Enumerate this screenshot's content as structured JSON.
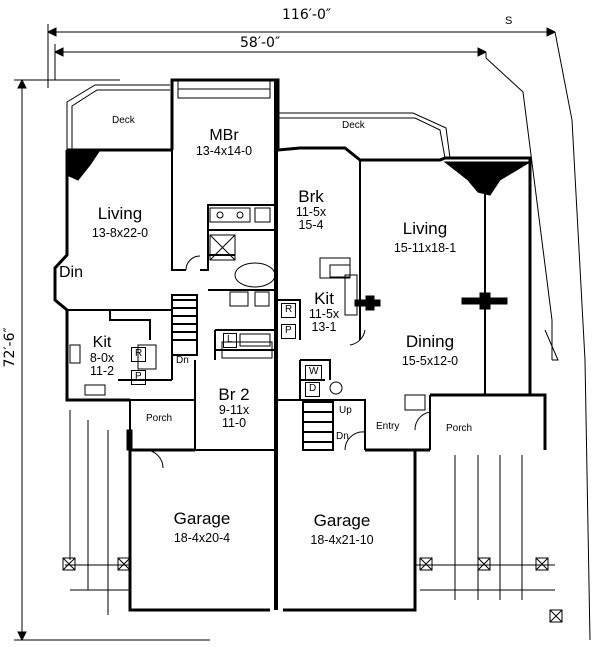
{
  "dimensions": {
    "overall_width": "116′-0″",
    "unit_width": "58′-0″",
    "depth": "72′-6″",
    "corner_mark": "S"
  },
  "rooms": {
    "deck_left": "Deck",
    "deck_right": "Deck",
    "mbr": {
      "name": "MBr",
      "size": "13-4x14-0"
    },
    "living_left": {
      "name": "Living",
      "size": "13-8x22-0"
    },
    "din_left": "Din",
    "kit_left": {
      "name": "Kit",
      "size_line1": "8-0x",
      "size_line2": "11-2"
    },
    "brk": {
      "name": "Brk",
      "size_line1": "11-5x",
      "size_line2": "15-4"
    },
    "living_right": {
      "name": "Living",
      "size": "15-11x18-1"
    },
    "kit_right": {
      "name": "Kit",
      "size_line1": "11-5x",
      "size_line2": "13-1"
    },
    "dining_right": {
      "name": "Dining",
      "size": "15-5x12-0"
    },
    "br2": {
      "name": "Br 2",
      "size_line1": "9-11x",
      "size_line2": "11-0"
    },
    "porch_left": "Porch",
    "porch_right": "Porch",
    "entry": "Entry",
    "garage_left": {
      "name": "Garage",
      "size": "18-4x20-4"
    },
    "garage_right": {
      "name": "Garage",
      "size": "18-4x21-10"
    }
  },
  "symbols": {
    "refrigerator_left": "R",
    "pantry_left": "P",
    "refrigerator_right": "R",
    "pantry_right": "P",
    "linen": "L",
    "washer": "W",
    "dryer": "D",
    "stair_dn_left": "Dn",
    "stair_up_right": "Up",
    "stair_dn_right": "Dn"
  }
}
